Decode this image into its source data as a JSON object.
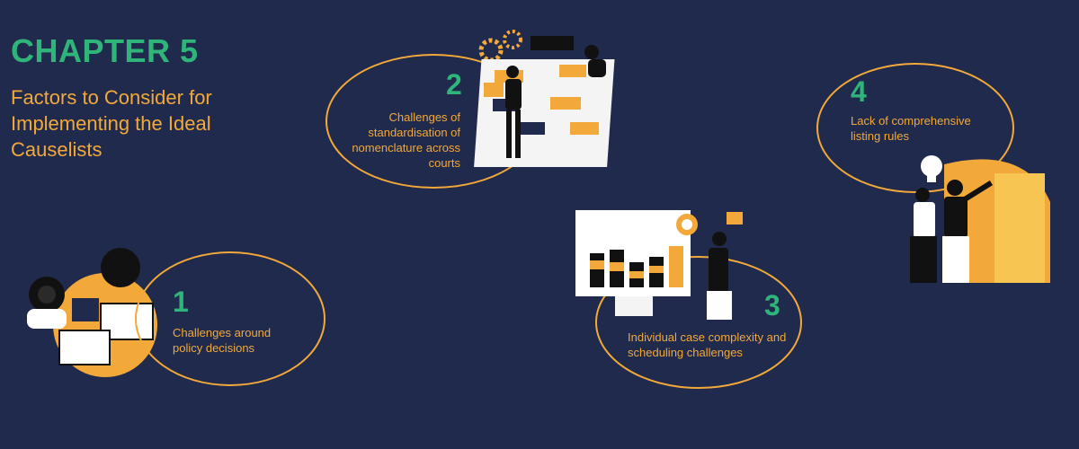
{
  "header": {
    "chapter": "CHAPTER 5",
    "subtitle": "Factors to Consider for Implementing the Ideal Causelists"
  },
  "factors": [
    {
      "number": "1",
      "text": "Challenges around policy decisions"
    },
    {
      "number": "2",
      "text": "Challenges of standardisation of nomenclature across courts"
    },
    {
      "number": "3",
      "text": "Individual case complexity and scheduling challenges"
    },
    {
      "number": "4",
      "text": "Lack of comprehensive listing rules"
    }
  ],
  "colors": {
    "background": "#1f2a4d",
    "accent_green": "#2fb57a",
    "accent_orange": "#f3a93a"
  }
}
